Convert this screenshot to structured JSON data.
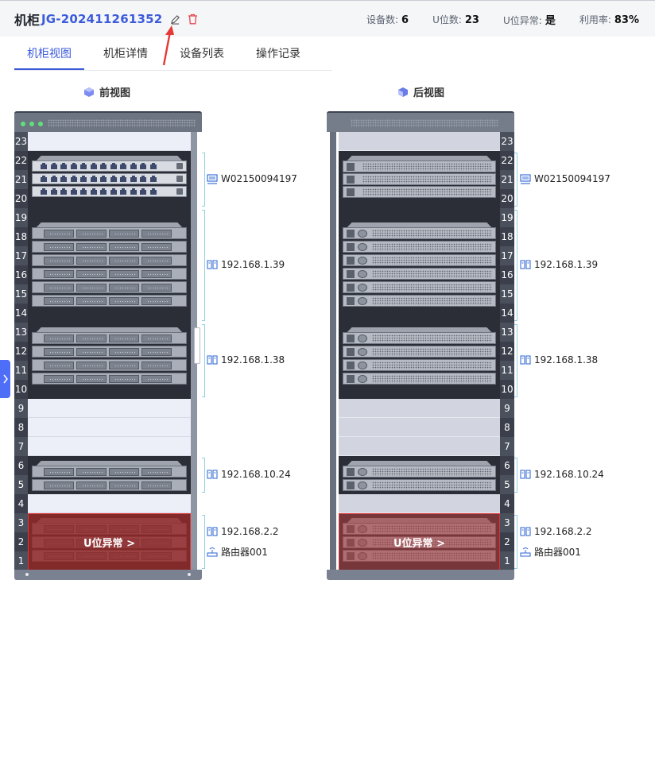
{
  "header": {
    "prefix": "机柜",
    "code": "JG-202411261352",
    "stats": [
      {
        "label": "设备数:",
        "value": "6"
      },
      {
        "label": "U位数:",
        "value": "23"
      },
      {
        "label": "U位异常:",
        "value": "是"
      },
      {
        "label": "利用率:",
        "value": "83%"
      }
    ]
  },
  "tabs": [
    "机柜视图",
    "机柜详情",
    "设备列表",
    "操作记录"
  ],
  "views": {
    "front": "前视图",
    "back": "后视图"
  },
  "alarm_text": "U位异常 >",
  "devices": [
    {
      "label": "W02150094197",
      "icon": "switch-icon",
      "top_u": 22,
      "bottom_u": 20
    },
    {
      "label": "192.168.1.39",
      "icon": "server-icon",
      "top_u": 19,
      "bottom_u": 14
    },
    {
      "label": "192.168.1.38",
      "icon": "server-icon",
      "top_u": 13,
      "bottom_u": 10
    },
    {
      "label": "192.168.10.24",
      "icon": "server-icon",
      "top_u": 6,
      "bottom_u": 5
    },
    {
      "label": "192.168.2.2",
      "icon": "server-icon",
      "top_u": 3,
      "bottom_u": 1
    },
    {
      "label": "路由器001",
      "icon": "router-icon",
      "top_u": 3,
      "bottom_u": 1
    }
  ],
  "u_numbers": [
    "23",
    "22",
    "21",
    "20",
    "19",
    "18",
    "17",
    "16",
    "15",
    "14",
    "13",
    "12",
    "11",
    "10",
    "9",
    "8",
    "7",
    "6",
    "5",
    "4",
    "3",
    "2",
    "1"
  ],
  "colors": {
    "accent": "#3b5bdb",
    "alarm": "#c0392b",
    "delete": "#e5484d"
  }
}
